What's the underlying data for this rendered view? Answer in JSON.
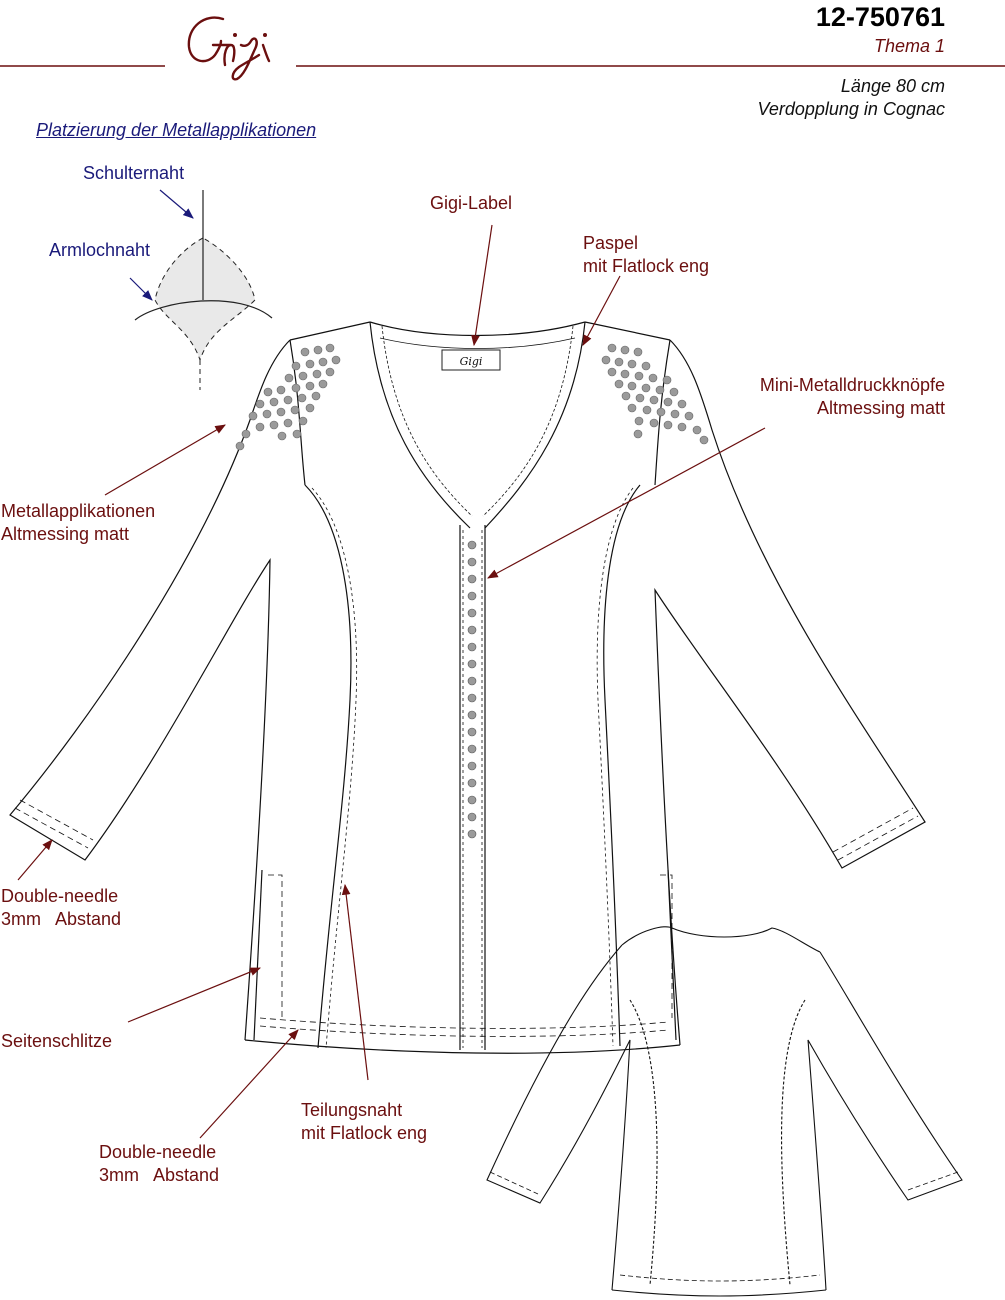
{
  "header": {
    "brand": "Gigi",
    "article_number": "12-750761",
    "theme": "Thema 1",
    "length": "Länge 80 cm",
    "doubling": "Verdopplung in Cognac",
    "placement_title": "Platzierung der Metallapplikationen"
  },
  "detail": {
    "shoulder_seam": "Schulternaht",
    "armhole_seam": "Armlochnaht"
  },
  "callouts": {
    "gigi_label": "Gigi-Label",
    "piping_line1": "Paspel",
    "piping_line2": "mit Flatlock eng",
    "snaps_line1": "Mini-Metalldruckknöpfe",
    "snaps_line2": "Altmessing matt",
    "metal_line1": "Metallapplikationen",
    "metal_line2": "Altmessing matt",
    "sleeve_dn_line1": "Double-needle",
    "sleeve_dn_line2": "3mm   Abstand",
    "side_slits": "Seitenschlitze",
    "hem_dn_line1": "Double-needle",
    "hem_dn_line2": "3mm   Abstand",
    "panel_seam_line1": "Teilungsnaht",
    "panel_seam_line2": "mit Flatlock eng"
  },
  "label_tag_text": "Gigi",
  "colors": {
    "maroon": "#6b0f0f",
    "navy": "#1a1a7a",
    "dots": "#9a9a9a"
  }
}
